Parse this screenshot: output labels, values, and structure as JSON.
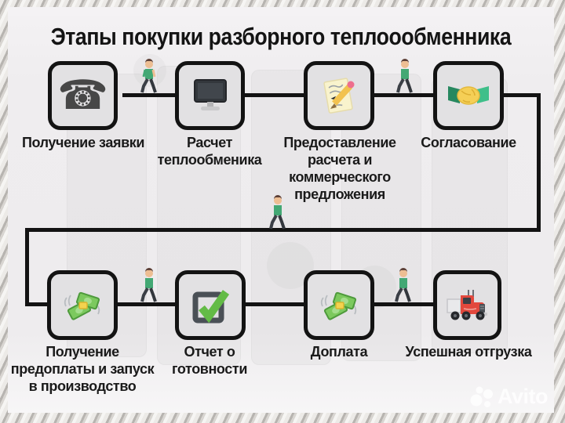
{
  "title": "Этапы покупки разборного теплоообменника",
  "steps": [
    {
      "label": "Получение заявки",
      "icon": "phone-icon"
    },
    {
      "label": "Расчет теплообменика",
      "icon": "computer-icon"
    },
    {
      "label": "Предоставление расчета и коммерческого предложения",
      "icon": "memo-pencil-icon"
    },
    {
      "label": "Согласование",
      "icon": "handshake-icon"
    },
    {
      "label": "Получение предоплаты и запуск в производство",
      "icon": "money-icon"
    },
    {
      "label": "Отчет о готовности",
      "icon": "checkbox-icon"
    },
    {
      "label": "Доплата",
      "icon": "money-icon"
    },
    {
      "label": "Успешная отгрузка",
      "icon": "truck-icon"
    }
  ],
  "connector_walker_icon": "walking-person-icon",
  "watermark": {
    "label": "Avito",
    "logo": "avito-dots-icon"
  },
  "colors": {
    "canvas_bg": "#efedef",
    "box_fill": "#e2e1e3",
    "outline": "#131313",
    "walker_shirt": "#43a874",
    "money_green": "#7cc95e",
    "check_green": "#63bb46",
    "truck_red": "#e2483d",
    "pencil_yellow": "#f2c24e",
    "handshake_yellow": "#f5cf56",
    "phone_glyph": "☎"
  }
}
